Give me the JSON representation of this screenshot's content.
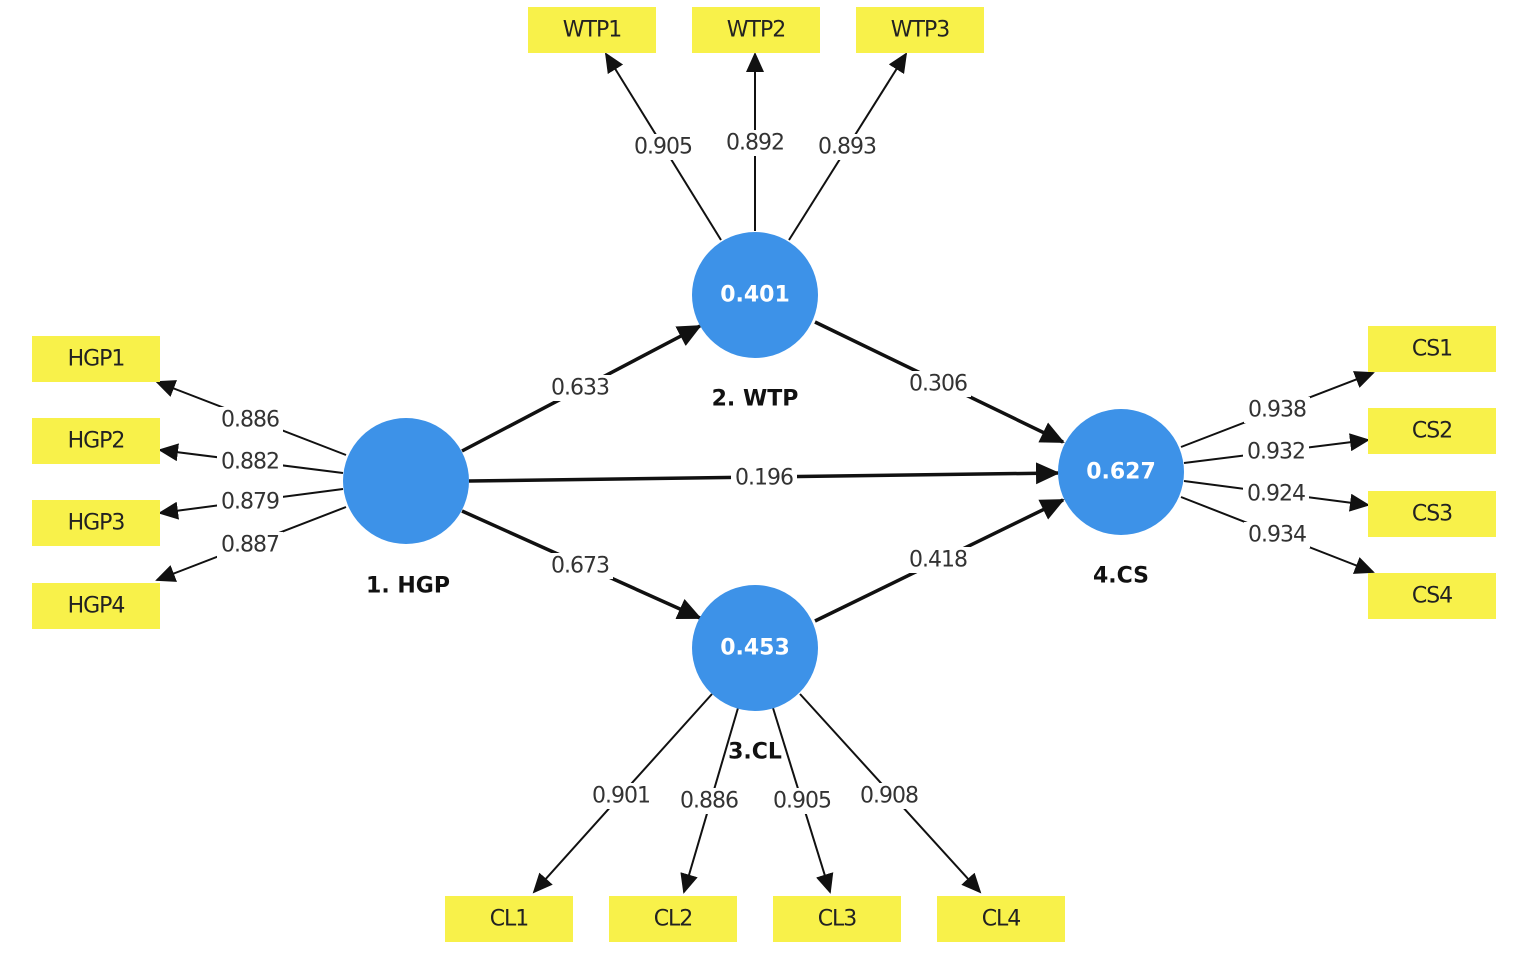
{
  "diagram": {
    "type": "structural-equation-model",
    "colors": {
      "latent_fill": "#3d92e8",
      "indicator_fill": "#f8f14a",
      "edge": "#111111"
    },
    "latents": [
      {
        "id": "HGP",
        "name": "1. HGP",
        "value": ""
      },
      {
        "id": "WTP",
        "name": "2. WTP",
        "value": "0.401"
      },
      {
        "id": "CL",
        "name": "3.CL",
        "value": "0.453"
      },
      {
        "id": "CS",
        "name": "4.CS",
        "value": "0.627"
      }
    ],
    "indicators": [
      {
        "id": "WTP1",
        "label": "WTP1",
        "latent": "WTP",
        "loading": "0.905"
      },
      {
        "id": "WTP2",
        "label": "WTP2",
        "latent": "WTP",
        "loading": "0.892"
      },
      {
        "id": "WTP3",
        "label": "WTP3",
        "latent": "WTP",
        "loading": "0.893"
      },
      {
        "id": "HGP1",
        "label": "HGP1",
        "latent": "HGP",
        "loading": "0.886"
      },
      {
        "id": "HGP2",
        "label": "HGP2",
        "latent": "HGP",
        "loading": "0.882"
      },
      {
        "id": "HGP3",
        "label": "HGP3",
        "latent": "HGP",
        "loading": "0.879"
      },
      {
        "id": "HGP4",
        "label": "HGP4",
        "latent": "HGP",
        "loading": "0.887"
      },
      {
        "id": "CS1",
        "label": "CS1",
        "latent": "CS",
        "loading": "0.938"
      },
      {
        "id": "CS2",
        "label": "CS2",
        "latent": "CS",
        "loading": "0.932"
      },
      {
        "id": "CS3",
        "label": "CS3",
        "latent": "CS",
        "loading": "0.924"
      },
      {
        "id": "CS4",
        "label": "CS4",
        "latent": "CS",
        "loading": "0.934"
      },
      {
        "id": "CL1",
        "label": "CL1",
        "latent": "CL",
        "loading": "0.901"
      },
      {
        "id": "CL2",
        "label": "CL2",
        "latent": "CL",
        "loading": "0.886"
      },
      {
        "id": "CL3",
        "label": "CL3",
        "latent": "CL",
        "loading": "0.905"
      },
      {
        "id": "CL4",
        "label": "CL4",
        "latent": "CL",
        "loading": "0.908"
      }
    ],
    "paths": [
      {
        "from": "HGP",
        "to": "WTP",
        "coef": "0.633"
      },
      {
        "from": "HGP",
        "to": "CS",
        "coef": "0.196"
      },
      {
        "from": "HGP",
        "to": "CL",
        "coef": "0.673"
      },
      {
        "from": "WTP",
        "to": "CS",
        "coef": "0.306"
      },
      {
        "from": "CL",
        "to": "CS",
        "coef": "0.418"
      }
    ]
  }
}
